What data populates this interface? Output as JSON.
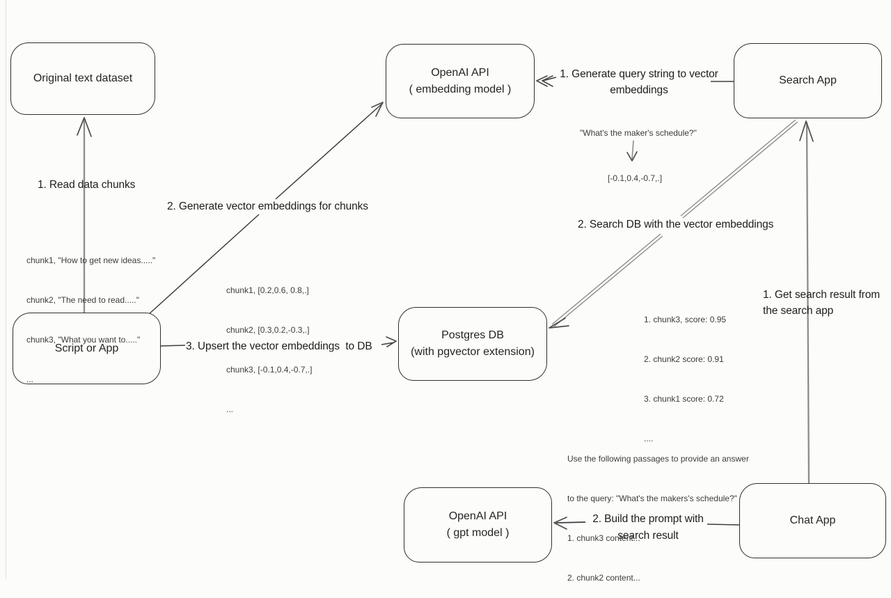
{
  "colors": {
    "background": "#fcfcfa",
    "ink": "#2f2f2f",
    "arrow_gray": "#8c8c8c",
    "arrow_dark": "#3e3e3e"
  },
  "nodes": {
    "original_dataset": {
      "label": "Original text dataset"
    },
    "openai_embedding": {
      "line1": "OpenAI API",
      "line2": "( embedding model )"
    },
    "search_app": {
      "label": "Search App"
    },
    "script_app": {
      "label": "Script or App"
    },
    "postgres_db": {
      "line1": "Postgres DB",
      "line2": "(with pgvector extension)"
    },
    "openai_gpt": {
      "line1": "OpenAI API",
      "line2": "( gpt model )"
    },
    "chat_app": {
      "label": "Chat App"
    }
  },
  "steps": {
    "read_chunks": "1. Read data chunks",
    "generate_embeddings": "2. Generate vector embeddings for chunks",
    "upsert": "3. Upsert the vector embeddings  to DB",
    "generate_query": "1. Generate query string to vector embeddings",
    "search_db": "2. Search DB with the vector embeddings",
    "get_result": "1. Get search result from the search app",
    "build_prompt": "2. Build the prompt with search result"
  },
  "annotations": {
    "chunk_texts": [
      "chunk1, \"How to get new ideas.....\"",
      "chunk2, \"The need to read.....\"",
      "chunk3, \"What you want to.....\"",
      "..."
    ],
    "chunk_vectors": [
      "chunk1, [0.2,0.6, 0.8,.]",
      "chunk2, [0.3,0.2,-0.3,.]",
      "chunk3, [-0.1,0.4,-0.7,.]",
      "..."
    ],
    "query_string": "\"What's the maker's schedule?\"",
    "query_vector": "[-0.1,0.4,-0.7,.]",
    "search_scores": [
      "1. chunk3, score: 0.95",
      "2. chunk2 score: 0.91",
      "3. chunk1 score: 0.72",
      "...."
    ],
    "prompt_lines": [
      "Use the following passages to provide an answer",
      "to the query: \"What's the makers's schedule?\"",
      "1. chunk3 content...",
      "2. chunk2 content..."
    ]
  }
}
